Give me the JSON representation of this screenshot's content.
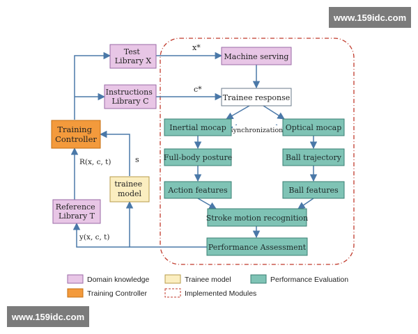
{
  "watermarks": {
    "top": "www.159idc.com",
    "bottom": "www.159idc.com"
  },
  "colors": {
    "domain": "#e8c6e6",
    "domain_stroke": "#9a6aa6",
    "controller": "#f39a3c",
    "controller_stroke": "#c56f12",
    "trainee": "#fbeec0",
    "trainee_stroke": "#b79b4a",
    "eval": "#7fc3b5",
    "eval_stroke": "#3a7f73",
    "arrow": "#4a78a8",
    "dashed": "#c0392b"
  },
  "nodes": {
    "test_library": [
      "Test",
      "Library X"
    ],
    "instructions_library": [
      "Instructions",
      "Library C"
    ],
    "training_controller": [
      "Training",
      "Controller"
    ],
    "trainee_model": [
      "trainee",
      "model"
    ],
    "reference_library": [
      "Reference",
      "Library T"
    ],
    "machine_serving": "Machine serving",
    "trainee_response": "Trainee response",
    "inertial_mocap": "Inertial mocap",
    "optical_mocap": "Optical mocap",
    "full_body_posture": "Full-body posture",
    "ball_trajectory": "Ball trajectory",
    "action_features": "Action features",
    "ball_features": "Ball features",
    "stroke_recognition": "Stroke motion recognition",
    "performance_assessment": "Performance Assessment"
  },
  "edge_labels": {
    "x_star": "x*",
    "c_star": "c*",
    "s": "s",
    "r": "R(x, c, t)",
    "y": "y(x, c, t)",
    "synchronization": "synchronization"
  },
  "legend": {
    "domain": "Domain knowledge",
    "trainee": "Trainee model",
    "eval": "Performance Evaluation",
    "controller": "Training Controller",
    "implemented": "Implemented Modules"
  }
}
